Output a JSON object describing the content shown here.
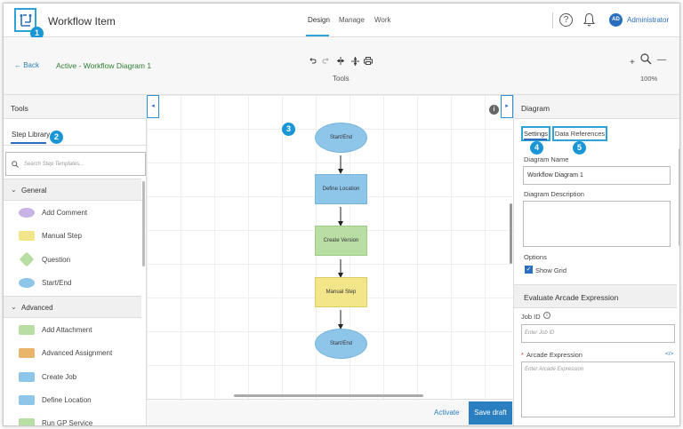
{
  "header": {
    "app_title": "Workflow Item",
    "nav": [
      "Design",
      "Manage",
      "Work"
    ],
    "help_glyph": "?",
    "user_initials": "AD",
    "user_name": "Administrator"
  },
  "callouts": [
    "1",
    "2",
    "3",
    "4",
    "5"
  ],
  "subbar": {
    "back_label": "← Back",
    "workflow_title": "Active - Workflow Diagram 1",
    "tools_caption": "Tools",
    "zoom_in": "+",
    "zoom_out": "—",
    "zoom_level": "100%",
    "toolbar_icons": [
      "undo-icon",
      "redo-icon",
      "align-horizontal-icon",
      "align-vertical-icon",
      "print-icon"
    ]
  },
  "left_panel": {
    "title": "Tools",
    "tab": "Step Library",
    "search_placeholder": "Search Step Templates...",
    "groups": [
      {
        "name": "General",
        "steps": [
          {
            "label": "Add Comment",
            "color": "#c7b3e6",
            "shape": "ellipse"
          },
          {
            "label": "Manual Step",
            "color": "#f2e58a",
            "shape": "rect"
          },
          {
            "label": "Question",
            "color": "#b8dea4",
            "shape": "diamond"
          },
          {
            "label": "Start/End",
            "color": "#8ec6ea",
            "shape": "ellipse"
          }
        ]
      },
      {
        "name": "Advanced",
        "steps": [
          {
            "label": "Add Attachment",
            "color": "#b8dea4",
            "shape": "rect"
          },
          {
            "label": "Advanced Assignment",
            "color": "#e8b56b",
            "shape": "rect"
          },
          {
            "label": "Create Job",
            "color": "#8ec6ea",
            "shape": "rect"
          },
          {
            "label": "Define Location",
            "color": "#8ec6ea",
            "shape": "rect"
          },
          {
            "label": "Run GP Service",
            "color": "#b8dea4",
            "shape": "rect"
          }
        ]
      }
    ]
  },
  "canvas": {
    "nodes": [
      "Start/End",
      "Define Location",
      "Create Version",
      "Manual Step",
      "Start/End"
    ],
    "info_glyph": "i"
  },
  "bottom_bar": {
    "activate_label": "Activate",
    "save_label": "Save draft"
  },
  "right_panel": {
    "title": "Diagram",
    "tabs": [
      "Settings",
      "Data References"
    ],
    "diagram_name_label": "Diagram Name",
    "diagram_name_value": "Workflow Diagram 1",
    "diagram_description_label": "Diagram Description",
    "options_label": "Options",
    "show_grid_label": "Show Grid",
    "show_grid_checked": true,
    "arcade_title": "Evaluate Arcade Expression",
    "job_id_label": "Job ID",
    "job_id_placeholder": "Enter Job ID",
    "arcade_expression_label": "Arcade Expression",
    "arcade_required_mark": "*",
    "arcade_placeholder": "Enter Arcade Expression",
    "code_glyph": "</>"
  },
  "colors": {
    "accent": "#2a6fbd",
    "callout": "#1a95d5",
    "title_green": "#2e7d32"
  }
}
